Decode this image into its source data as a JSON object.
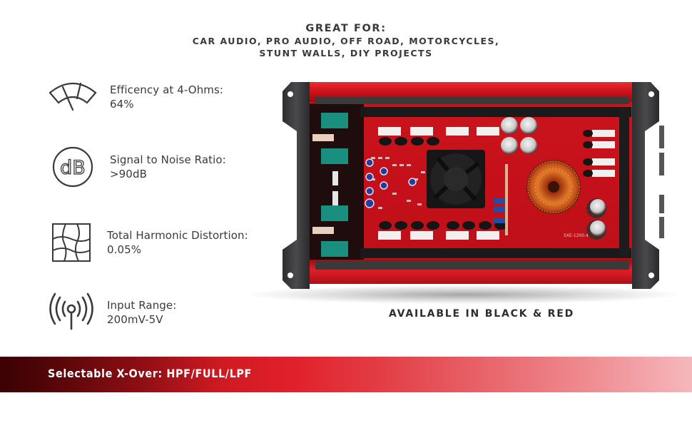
{
  "header": {
    "title": "GREAT FOR:",
    "lines": [
      "CAR AUDIO, PRO AUDIO, OFF ROAD, MOTORCYCLES,",
      "STUNT WALLS, DIY PROJECTS"
    ]
  },
  "specs": [
    {
      "icon": "gauge-icon",
      "label": "Efficency at 4-Ohms:",
      "value": "64%"
    },
    {
      "icon": "db-icon",
      "label": "Signal to Noise Ratio:",
      "value": ">90dB"
    },
    {
      "icon": "distortion-grid-icon",
      "label": "Total Harmonic Distortion:",
      "value": "0.05%"
    },
    {
      "icon": "antenna-signal-icon",
      "label": "Input Range:",
      "value": "200mV-5V"
    }
  ],
  "product": {
    "image_alt": "4-channel car amplifier, red aluminum chassis with black end caps, exposed PCB",
    "pcb_marking": "SXE-1200.4",
    "availability": "AVAILABLE IN BLACK & RED"
  },
  "banner": {
    "text": "Selectable X-Over: HPF/FULL/LPF",
    "colors": {
      "start": "#3c0204",
      "mid": "#e0202a",
      "end": "#f5b8bc"
    }
  },
  "colors": {
    "chassis_red": "#d0141c",
    "end_cap": "#3a3a3c",
    "pcb_red": "#c8101a",
    "text_dark": "#3a3a3a"
  }
}
